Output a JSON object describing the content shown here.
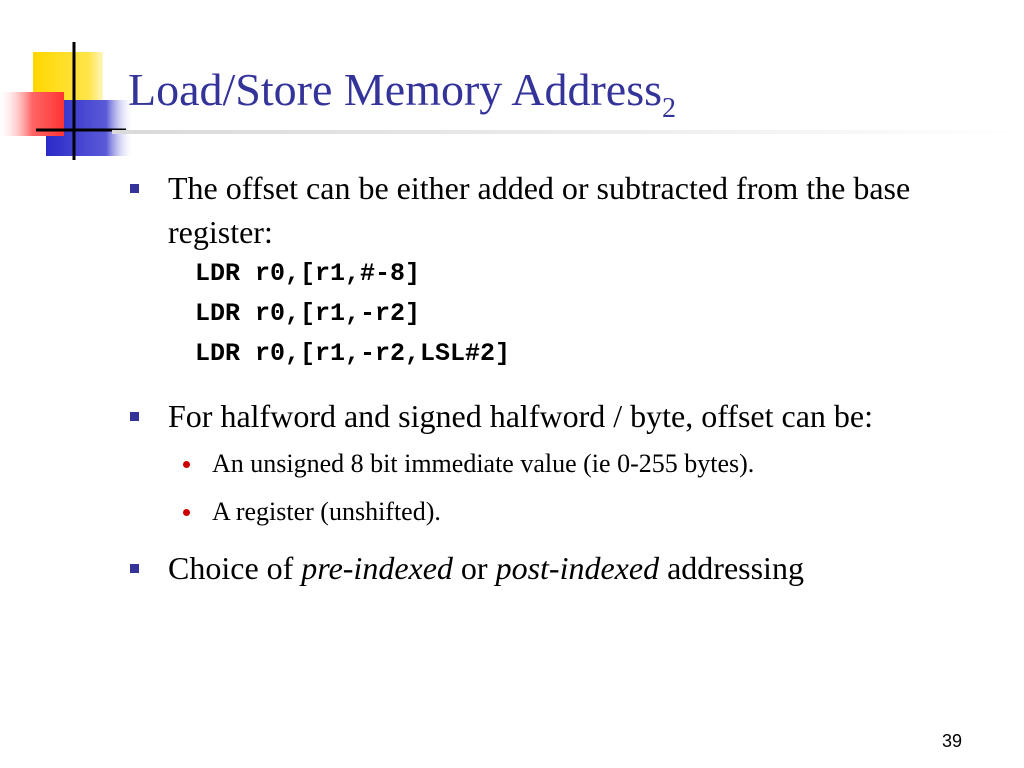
{
  "slide": {
    "title": "Load/Store Memory Address",
    "title_subscript": "2",
    "page_number": "39"
  },
  "bullets": [
    {
      "text": "The offset can be either added or subtracted from the base register:",
      "code": [
        "LDR r0,[r1,#-8]",
        "LDR r0,[r1,-r2]",
        "LDR r0,[r1,-r2,LSL#2]"
      ]
    },
    {
      "text": "For halfword and signed halfword / byte, offset can be:",
      "sub_items": [
        "An unsigned 8 bit immediate value (ie 0-255 bytes).",
        "A register (unshifted)."
      ]
    },
    {
      "text_parts": [
        "Choice of ",
        "pre-indexed",
        " or ",
        "post-indexed",
        " addressing"
      ]
    }
  ],
  "colors": {
    "title": "#333399",
    "bullet_square": "#333399",
    "sub_bullet_dot": "#cc0000",
    "logo_yellow": "#ffd700",
    "logo_blue": "#3333cc",
    "logo_red": "#ff5555"
  }
}
